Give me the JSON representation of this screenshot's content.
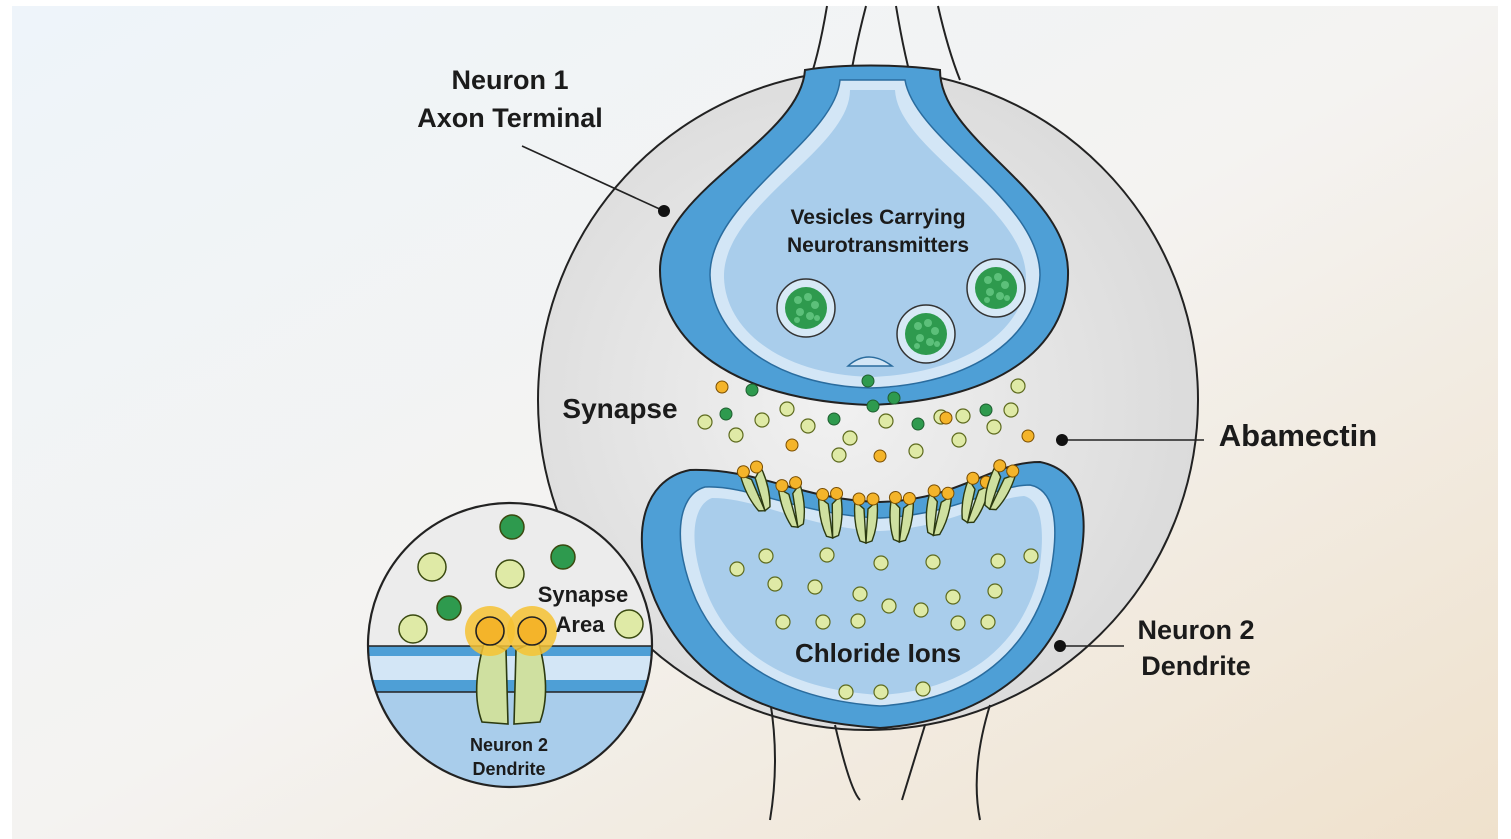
{
  "labels": {
    "axon_line1": "Neuron 1",
    "axon_line2": "Axon Terminal",
    "vesicles_line1": "Vesicles Carrying",
    "vesicles_line2": "Neurotransmitters",
    "synapse": "Synapse",
    "abamectin": "Abamectin",
    "chloride": "Chloride Ions",
    "dendrite_line1": "Neuron 2",
    "dendrite_line2": "Dendrite",
    "inset_area_line1": "Synapse",
    "inset_area_line2": "Area",
    "inset_dendrite_line1": "Neuron 2",
    "inset_dendrite_line2": "Dendrite"
  },
  "colors": {
    "membrane_blue": "#4e9fd6",
    "cytoplasm_blue": "#a9cdeb",
    "light_blue": "#cfe3f4",
    "neurotransmitter_green": "#2e9a4e",
    "ion_yellowgreen": "#dfeaa6",
    "abamectin_orange": "#f4b42a",
    "channel_green": "#cfe0a0",
    "synapse_gray": "#e4e4e4"
  }
}
